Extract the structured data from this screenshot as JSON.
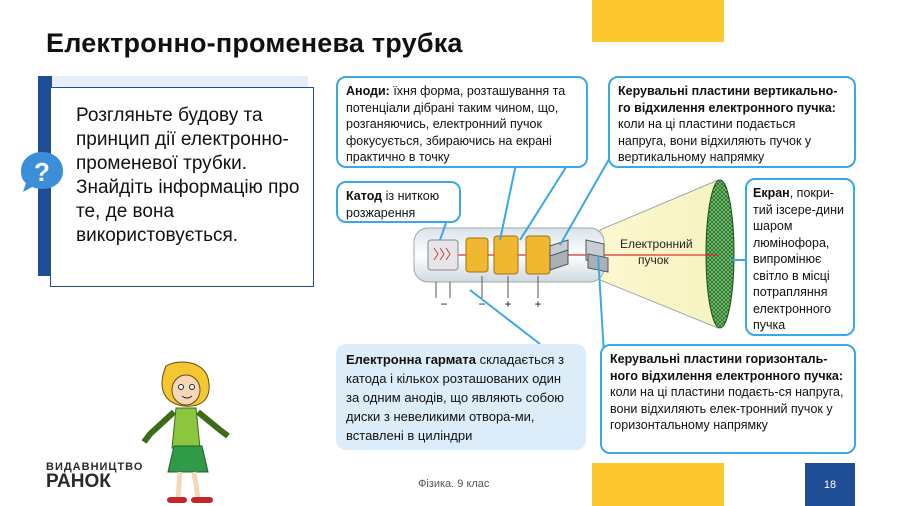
{
  "title": "Електронно-променева трубка",
  "task": {
    "text": "Розгляньте будову та принцип дії електронно-променевої трубки. Знайдіть інформацію про те, де вона використовується."
  },
  "callouts": {
    "anodes": {
      "term": "Аноди:",
      "text": " їхня форма, розташування та потенціали дібрані таким чином, що, розганяючись, електронний пучок фокусується, збираючись на екрані практично в точку"
    },
    "vertical": {
      "term": "Керувальні пластини вертикально-го відхилення електронного пучка:",
      "text": " коли на ці пластини подається напруга, вони відхиляють пучок у вертикальному напрямку"
    },
    "cathode": {
      "term": "Катод",
      "text": " із ниткою розжарення"
    },
    "screen": {
      "term": "Екран",
      "text": ", покри-тий ізсере-дини шаром люмінофора, випромінює світло в місці потрапляння електронного пучка"
    },
    "gun": {
      "term": "Електронна гармата",
      "text": " складається з катода і кількох розташованих один за одним анодів, що являють собою диски з невеликими отвора-ми, вставлені в циліндри"
    },
    "horizontal": {
      "term": "Керувальні пластини горизонталь-ного відхилення електронного пучка:",
      "text": " коли на ці пластини подаєть-ся напруга, вони відхиляють елек-тронний пучок у горизонтальному напрямку"
    }
  },
  "diagram": {
    "beam_label_line1": "Електронний",
    "beam_label_line2": "пучок",
    "terminals": [
      "−",
      "−",
      "+",
      "+"
    ]
  },
  "footer": {
    "publisher_top": "ВИДАВНИЦТВО",
    "publisher_bottom": "РАНОК",
    "subject": "Фізика. 9 клас",
    "page": "18"
  },
  "colors": {
    "accent_yellow": "#fdc72f",
    "brand_blue": "#1f4e96",
    "callout_border": "#3ba7e4",
    "callout_fill": "#dcedf9"
  },
  "icons": {
    "question": "question-bubble-icon"
  }
}
